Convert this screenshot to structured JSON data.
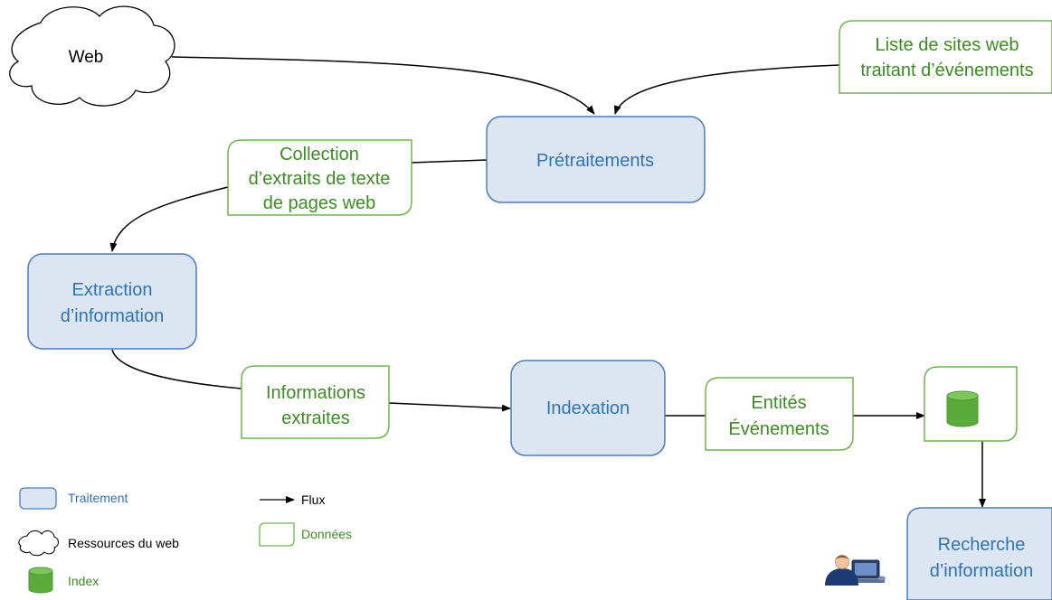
{
  "colors": {
    "process_fill": "#dce6f2",
    "process_stroke": "#4a7ebb",
    "process_text": "#2e74b5",
    "data_stroke": "#6fb548",
    "data_text": "#3b8c22",
    "index_fill": "#5aab3c"
  },
  "web": {
    "label": "Web"
  },
  "sites_list": {
    "line1": "Liste de sites web",
    "line2": "traitant d’événements"
  },
  "pretraitements": {
    "label": "Prétraitements"
  },
  "collection": {
    "line1": "Collection",
    "line2": "d’extraits de texte",
    "line3": "de pages web"
  },
  "extraction": {
    "line1": "Extraction",
    "line2": "d’information"
  },
  "informations": {
    "line1": "Informations",
    "line2": "extraites"
  },
  "indexation": {
    "label": "Indexation"
  },
  "entites": {
    "line1": "Entités",
    "line2": "Événements"
  },
  "index_store": {
    "icon": "database-icon"
  },
  "recherche": {
    "line1": "Recherche",
    "line2": "d’information"
  },
  "user": {
    "icon": "user-computer-icon"
  },
  "legend": {
    "traitement": "Traitement",
    "flux": "Flux",
    "ressources": "Ressources du web",
    "donnees": "Données",
    "index": "Index"
  }
}
